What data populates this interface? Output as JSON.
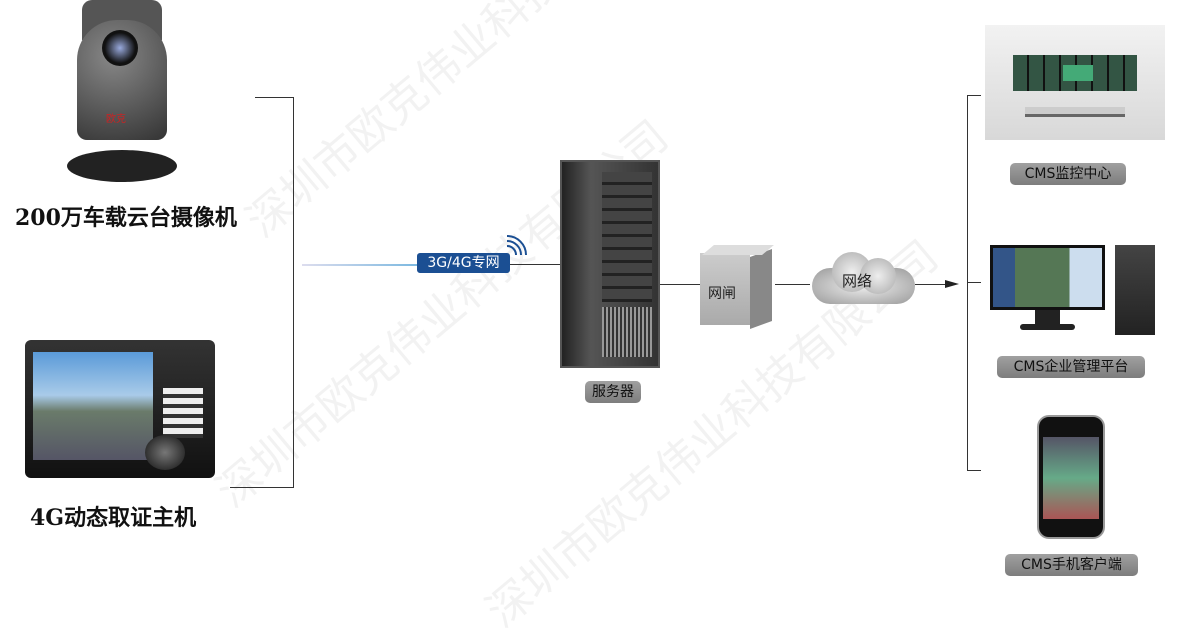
{
  "watermark": "深圳市欧克伟业科技有限公司",
  "left": {
    "camera_label": "200万车载云台摄像机",
    "camera_brand": "欧克",
    "dvr_label": "4G动态取证主机"
  },
  "network_badge": "3G/4G专网",
  "server_label": "服务器",
  "gateway_label": "网闸",
  "cloud_label": "网络",
  "right": {
    "monitor_center": "CMS监控中心",
    "platform": "CMS企业管理平台",
    "mobile": "CMS手机客户端"
  },
  "colors": {
    "badge": "#1b4f93",
    "pill": "#8c8c8c"
  }
}
